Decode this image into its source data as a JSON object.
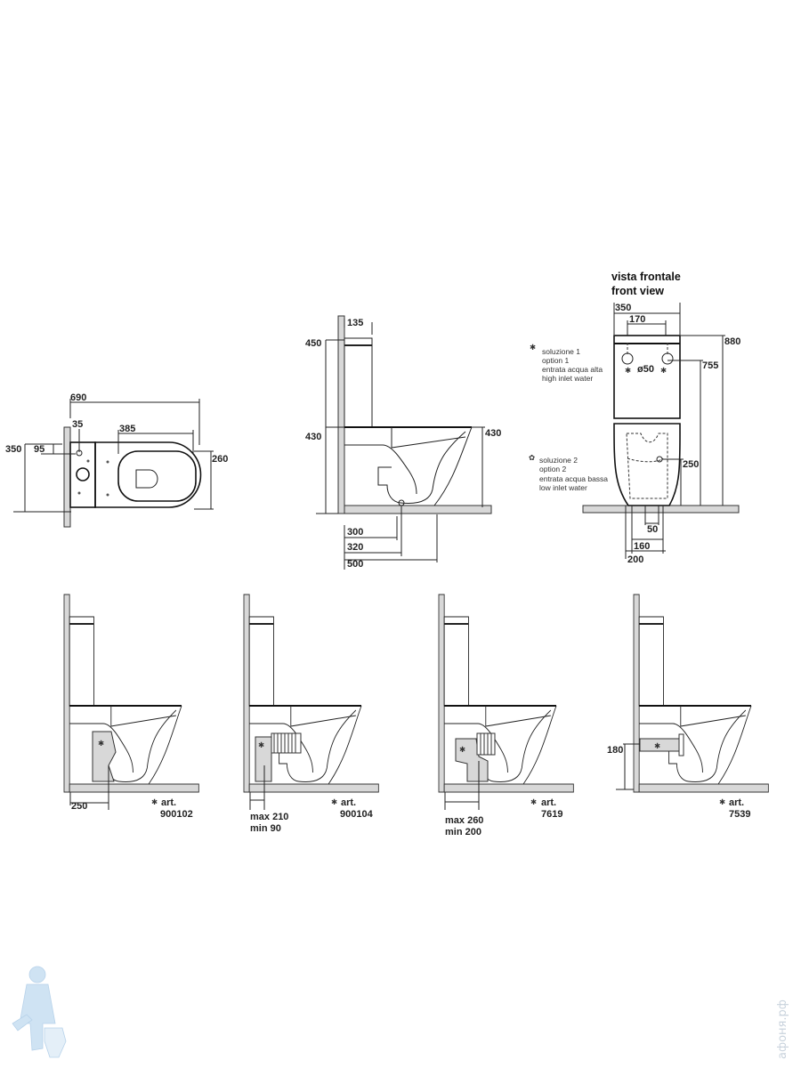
{
  "plan_view": {
    "d690": "690",
    "d35": "35",
    "d385": "385",
    "d350": "350",
    "d95": "95",
    "d260": "260"
  },
  "side_view": {
    "d135": "135",
    "d450": "450",
    "d430_left": "430",
    "d430_right": "430",
    "d300": "300",
    "d320": "320",
    "d500": "500"
  },
  "front_view": {
    "title_it": "vista frontale",
    "title_en": "front view",
    "d350": "350",
    "d170": "170",
    "d880": "880",
    "d755": "755",
    "d_diam": "ø50",
    "d250": "250",
    "d50": "50",
    "d160": "160",
    "d200": "200",
    "option1": {
      "marker": "✱",
      "line1": "soluzione 1",
      "line2": "option 1",
      "line3": "entrata acqua alta",
      "line4": "high inlet water"
    },
    "option2": {
      "marker": "✿",
      "line1": "soluzione 2",
      "line2": "option 2",
      "line3": "entrata acqua bassa",
      "line4": "low inlet water"
    }
  },
  "variants": [
    {
      "dim": "250",
      "art_label": "art.",
      "art_number": "900102"
    },
    {
      "max": "max 210",
      "min": "min  90",
      "art_label": "art.",
      "art_number": "900104"
    },
    {
      "max": "max 260",
      "min": "min  200",
      "art_label": "art.",
      "art_number": "7619"
    },
    {
      "dim": "180",
      "art_label": "art.",
      "art_number": "7539"
    }
  ],
  "marker": "✱",
  "watermark": {
    "text": "афоня.рф",
    "color": "#c9d3dd",
    "figure_color": "#cfe3f3"
  }
}
